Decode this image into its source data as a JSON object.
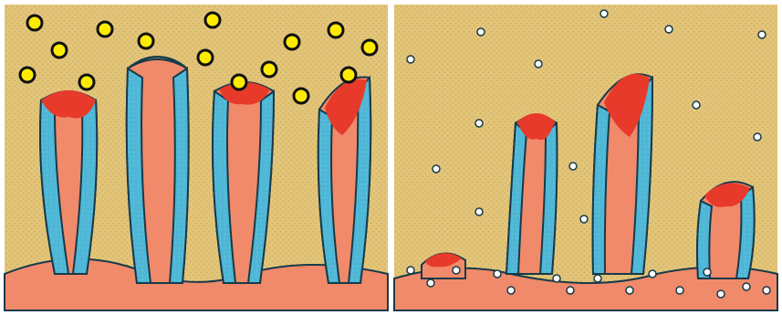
{
  "figure": {
    "panels": [
      {
        "id": "left",
        "state": "intact villi with surface particles"
      },
      {
        "id": "right",
        "state": "damaged villi with scattered small particles"
      }
    ]
  },
  "colors": {
    "background_dotted": "#e3c57a",
    "tissue_core": "#f08a6a",
    "tissue_red": "#e83a2a",
    "epithelium_light": "#bfe6f2",
    "epithelium_dark": "#4fb7d6",
    "outline": "#173a4a",
    "particle_yellow": "#ffeb00",
    "particle_ring": "#101010",
    "particle_white": "#ffffff"
  }
}
